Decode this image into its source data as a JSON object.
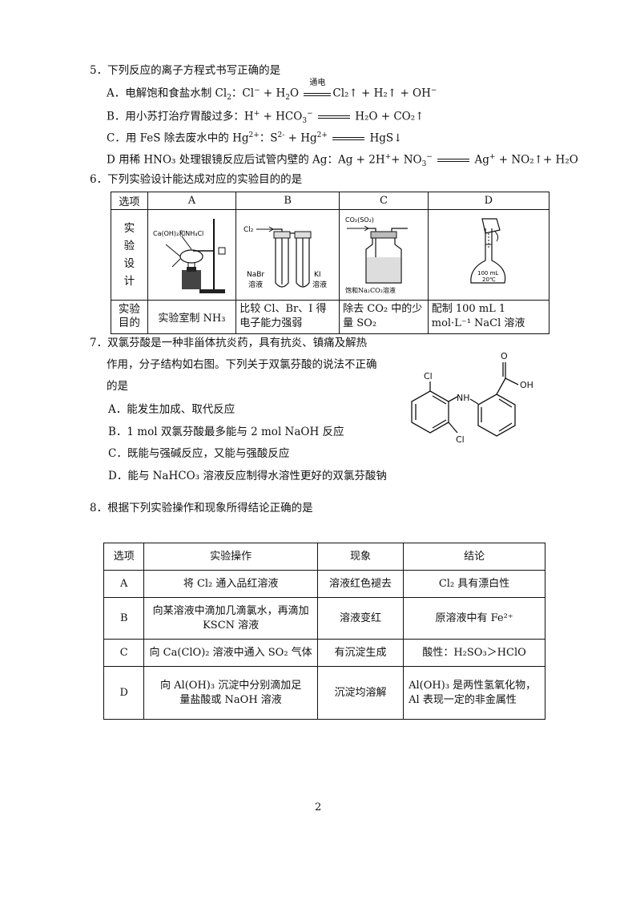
{
  "q5": {
    "stem": "5．下列反应的离子方程式书写正确的是",
    "a_label": "A．电解饱和食盐水制 Cl",
    "a_mid": "：Cl",
    "a_cond": "通电",
    "a_tail": "Cl₂↑ + H₂↑ + OH",
    "b_text": "B．用小苏打治疗胃酸过多：H",
    "b_mid": " + HCO",
    "b_tail": "H₂O + CO₂↑",
    "c_text": "C．用 FeS 除去废水中的 Hg",
    "c_mid": "：S",
    "c_mid2": " + Hg",
    "c_tail": "HgS↓",
    "d_text": "D  用稀 HNO₃ 处理银镜反应后试管内壁的 Ag：Ag + 2H",
    "d_mid": "+ NO",
    "d_tail": "Ag",
    "d_tail2": " + NO₂↑+ H₂O"
  },
  "q6": {
    "stem": "6．下列实验设计能达成对应的实验目的的是",
    "col_header": "选项",
    "options": [
      "A",
      "B",
      "C",
      "D"
    ],
    "row1_label": [
      "实",
      "验",
      "设",
      "计"
    ],
    "row2_label": [
      "实验",
      "目的"
    ],
    "a_reagent": "Ca(OH)₂和NH₄Cl",
    "b_cl2": "Cl₂",
    "b_nabr": "NaBr",
    "b_nabr_sol": "溶液",
    "b_ki": "KI",
    "b_ki_sol": "溶液",
    "c_gas": "CO₂(SO₂)",
    "c_sol": "饱和Na₂CO₃溶液",
    "d_flask1": "100 mL",
    "d_flask2": "20℃",
    "purposes": [
      "实验室制 NH₃",
      "比较 Cl、Br、I 得电子能力强弱",
      "除去 CO₂ 中的少量 SO₂",
      "配制 100 mL 1 mol·L⁻¹ NaCl 溶液"
    ]
  },
  "q7": {
    "stem1": "7．双氯芬酸是一种非甾体抗炎药，具有抗炎、镇痛及解热",
    "stem2": "作用，分子结构如右图。下列关于双氯芬酸的说法不正确",
    "stem3": "的是",
    "options": [
      "A．能发生加成、取代反应",
      "B．1 mol 双氯芬酸最多能与 2 mol NaOH 反应",
      "C．既能与强碱反应，又能与强酸反应",
      "D．能与 NaHCO₃ 溶液反应制得水溶性更好的双氯芬酸钠"
    ],
    "atoms": {
      "o": "O",
      "oh": "OH",
      "nh": "NH",
      "cl1": "Cl",
      "cl2": "Cl"
    }
  },
  "q8": {
    "stem": "8．根据下列实验操作和现象所得结论正确的是",
    "headers": [
      "选项",
      "实验操作",
      "现象",
      "结论"
    ],
    "rows": [
      {
        "opt": "A",
        "op": "将 Cl₂ 通入品红溶液",
        "ph": "溶液红色褪去",
        "con": "Cl₂ 具有漂白性"
      },
      {
        "opt": "B",
        "op": "向某溶液中滴加几滴氯水，再滴加 KSCN 溶液",
        "ph": "溶液变红",
        "con": "原溶液中有 Fe²⁺"
      },
      {
        "opt": "C",
        "op": "向 Ca(ClO)₂ 溶液中通入 SO₂ 气体",
        "ph": "有沉淀生成",
        "con": "酸性：H₂SO₃＞HClO"
      },
      {
        "opt": "D",
        "op": "向 Al(OH)₃ 沉淀中分别滴加足量盐酸或 NaOH 溶液",
        "ph": "沉淀均溶解",
        "con": "Al(OH)₃ 是两性氢氧化物，Al 表现一定的非金属性"
      }
    ]
  },
  "page_number": "2"
}
